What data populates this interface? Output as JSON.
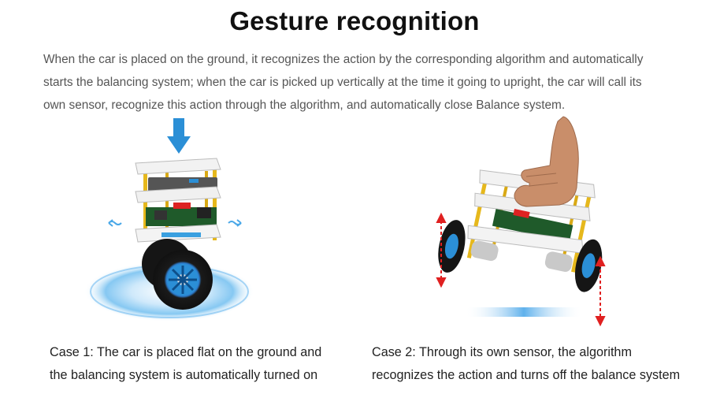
{
  "title": "Gesture recognition",
  "description": {
    "lines": [
      "When the car is placed on the ground, it recognizes the action by the corresponding algorithm and automatically",
      "starts the balancing system; when the car is picked up vertically at the time it going to upright, the car will call its",
      "own sensor, recognize this action through the algorithm, and automatically close Balance system."
    ]
  },
  "case1": {
    "lines": [
      "Case 1: The car is placed flat on the ground and",
      "the balancing system is automatically turned on"
    ]
  },
  "case2": {
    "lines": [
      "Case 2: Through its own sensor, the algorithm",
      "recognizes the action and turns off the balance system"
    ]
  },
  "figures": {
    "case1": "balance-car-placed-on-ground-illustration",
    "case2": "balance-car-lifted-by-hand-illustration"
  },
  "colors": {
    "accent_blue": "#2b8fd6",
    "frame_yellow": "#e6b81c",
    "motion_red": "#e02020"
  }
}
